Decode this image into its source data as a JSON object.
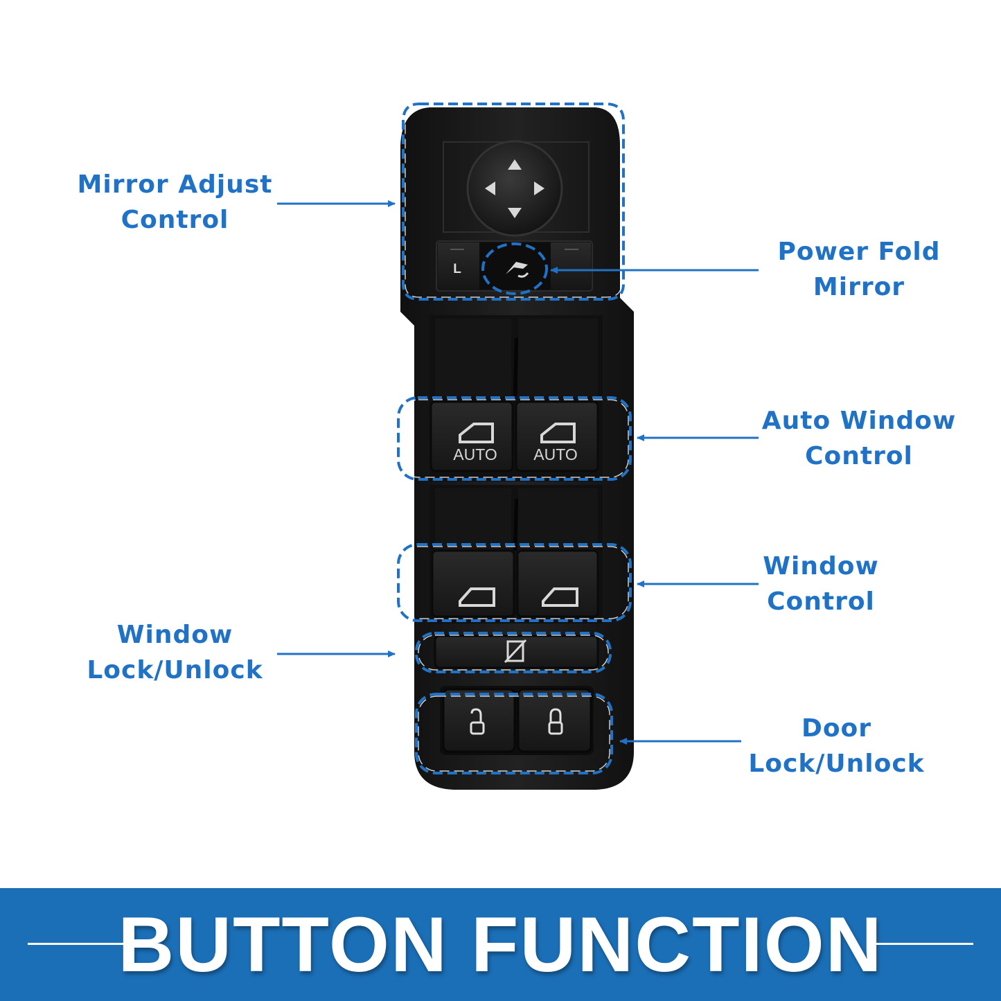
{
  "labels": {
    "mirror_adjust": [
      "Mirror Adjust",
      "Control"
    ],
    "power_fold": [
      "Power Fold",
      "Mirror"
    ],
    "auto_window": [
      "Auto Window",
      "Control"
    ],
    "window_control": [
      "Window",
      "Control"
    ],
    "window_lock": [
      "Window",
      "Lock/Unlock"
    ],
    "door_lock": [
      "Door",
      "Lock/Unlock"
    ]
  },
  "switch": {
    "mirror_select_left": "L",
    "auto_left": "AUTO",
    "auto_right": "AUTO"
  },
  "banner": {
    "title": "BUTTON FUNCTION"
  },
  "colors": {
    "accent": "#1f72c6",
    "banner": "#1b6fb7",
    "switch_body": "#1a1a1a",
    "dashed_outline": "#1f72c6"
  }
}
